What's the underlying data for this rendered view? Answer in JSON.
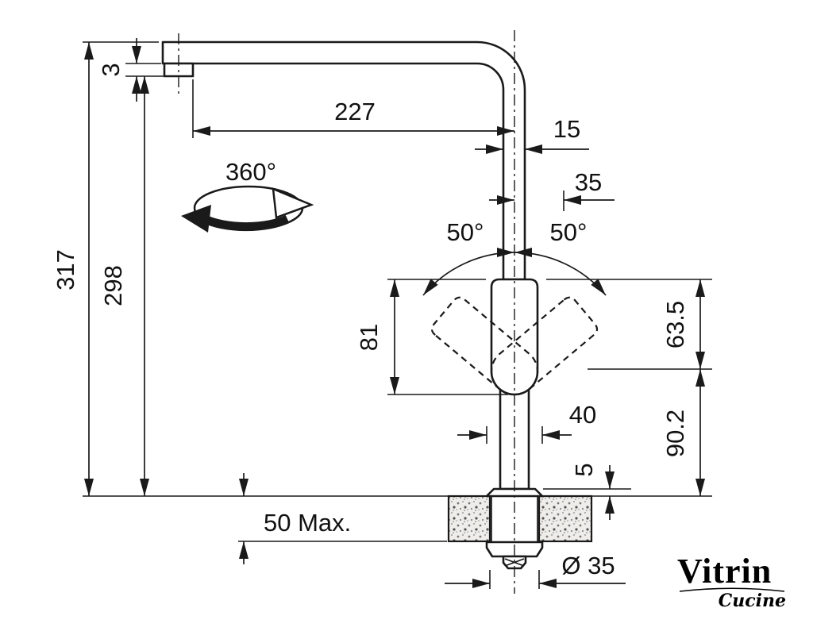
{
  "diagram": {
    "title": "Kitchen faucet dimensional technical drawing",
    "dimensions": {
      "spout_reach": "227",
      "spout_tube_width": "15",
      "handle_width": "35",
      "handle_swing_left": "50°",
      "handle_swing_right": "50°",
      "spout_rotation": "360°",
      "total_height": "317",
      "spout_outlet_height": "298",
      "outlet_tip": "3",
      "handle_length": "81",
      "handle_top_offset": "63.5",
      "body_height": "90.2",
      "base_width": "40",
      "flange_height": "5",
      "counter_max_thickness": "50 Max.",
      "hole_diameter": "Ø 35"
    },
    "logo": {
      "brand": "Vitrin",
      "tagline": "Cucine"
    },
    "colors": {
      "line": "#1a1a1a",
      "background": "#ffffff",
      "counter_fill": "#efede9"
    }
  }
}
